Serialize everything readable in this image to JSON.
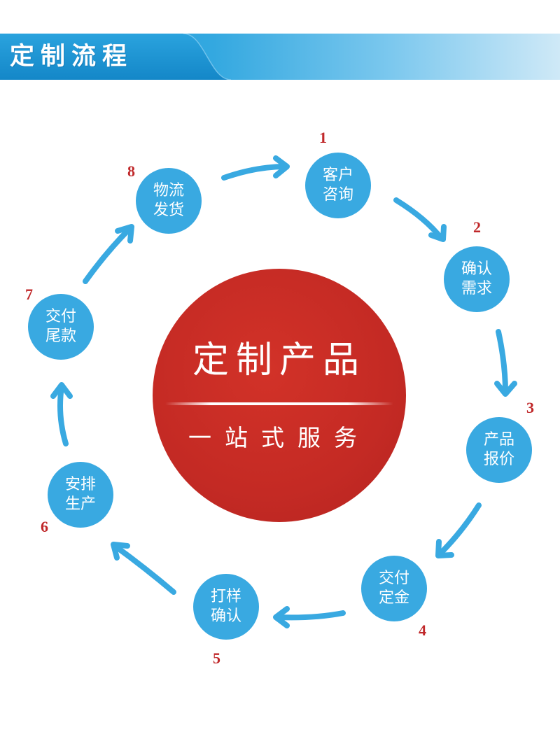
{
  "header": {
    "title": "定制流程"
  },
  "center": {
    "title": "定制产品",
    "subtitle": "一站式服务"
  },
  "steps": [
    {
      "number": "1",
      "line1": "客户",
      "line2": "咨询"
    },
    {
      "number": "2",
      "line1": "确认",
      "line2": "需求"
    },
    {
      "number": "3",
      "line1": "产品",
      "line2": "报价"
    },
    {
      "number": "4",
      "line1": "交付",
      "line2": "定金"
    },
    {
      "number": "5",
      "line1": "打样",
      "line2": "确认"
    },
    {
      "number": "6",
      "line1": "安排",
      "line2": "生产"
    },
    {
      "number": "7",
      "line1": "交付",
      "line2": "尾款"
    },
    {
      "number": "8",
      "line1": "物流",
      "line2": "发货"
    }
  ],
  "colors": {
    "step_fill": "#39a9e1",
    "arrow": "#39a9e1",
    "center_fill": "#c42a24",
    "number": "#c0282a",
    "banner_dark": "#1e9ad6",
    "banner_light": "#cfe9f7"
  }
}
